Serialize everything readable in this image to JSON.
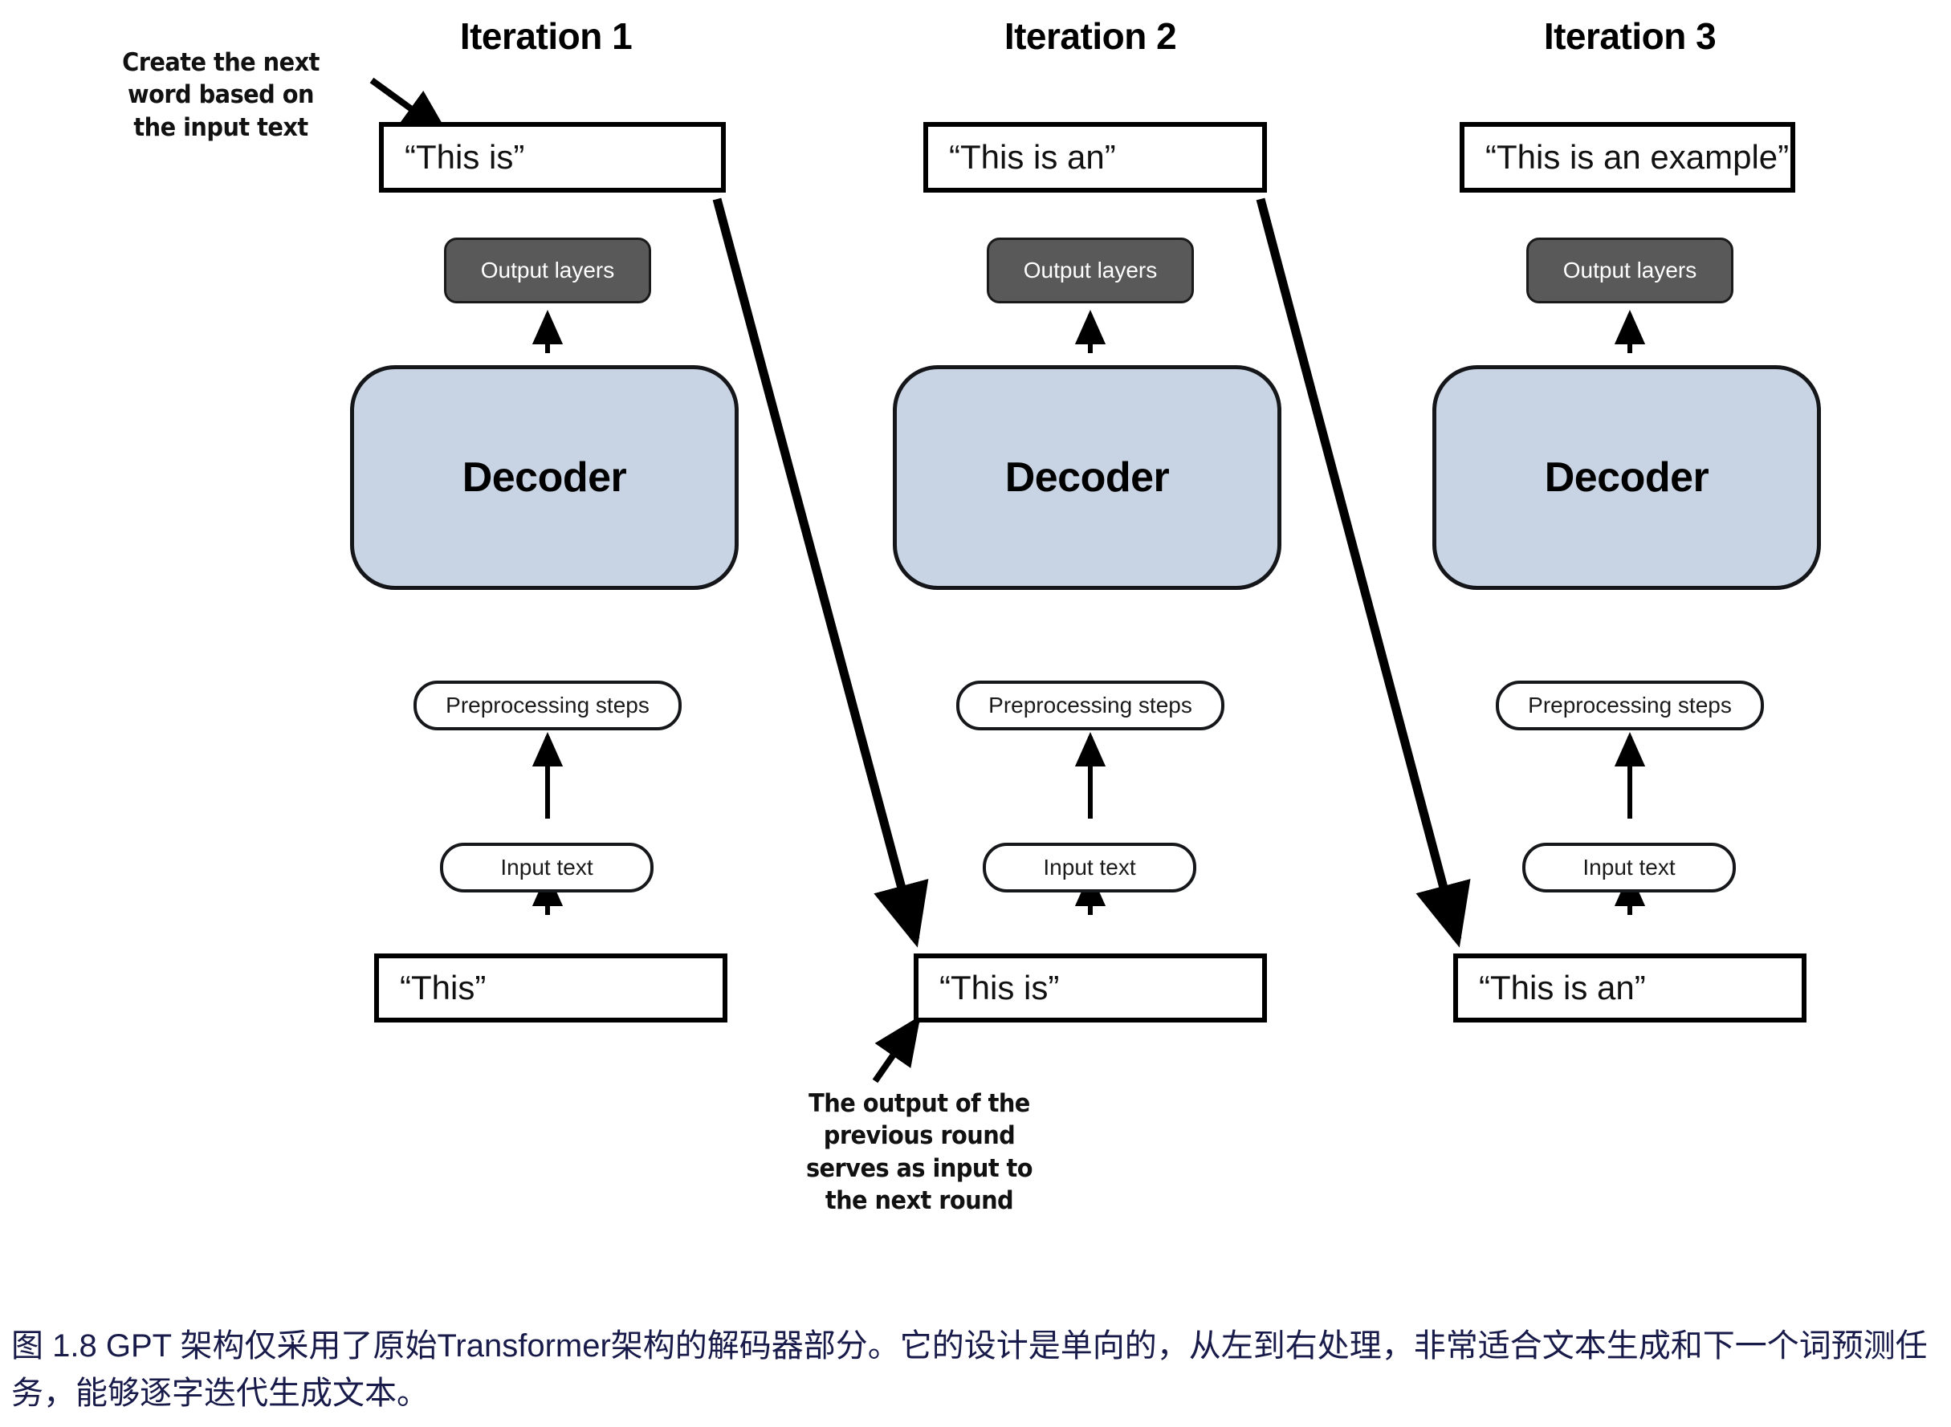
{
  "figure": {
    "caption": "图 1.8  GPT 架构仅采用了原始Transformer架构的解码器部分。它的设计是单向的，从左到右处理，非常适合文本生成和下一个词预测任务，能够逐字迭代生成文本。",
    "caption_color": "#181b4a",
    "background": "#ffffff"
  },
  "annotations": {
    "top_left": "Create the next word based on the input text",
    "bottom_middle": "The output of the previous round serves as input to the next round"
  },
  "colors": {
    "decoder_fill": "#c8d4e3",
    "output_layers_fill": "#595959",
    "output_layers_text": "#ffffff",
    "border": "#000000"
  },
  "labels": {
    "output_layers": "Output layers",
    "decoder": "Decoder",
    "preprocessing": "Preprocessing steps",
    "input_text": "Input text"
  },
  "columns": [
    {
      "title": "Iteration 1",
      "output_box": "“This is”",
      "output_layers": "Output layers",
      "decoder": "Decoder",
      "preprocessing": "Preprocessing steps",
      "input_text": "Input text",
      "input_box": "“This”"
    },
    {
      "title": "Iteration 2",
      "output_box": "“This is an”",
      "output_layers": "Output layers",
      "decoder": "Decoder",
      "preprocessing": "Preprocessing steps",
      "input_text": "Input text",
      "input_box": "“This is”"
    },
    {
      "title": "Iteration 3",
      "output_box": "“This is an example”",
      "output_layers": "Output layers",
      "decoder": "Decoder",
      "preprocessing": "Preprocessing steps",
      "input_text": "Input text",
      "input_box": "“This is an”"
    }
  ]
}
